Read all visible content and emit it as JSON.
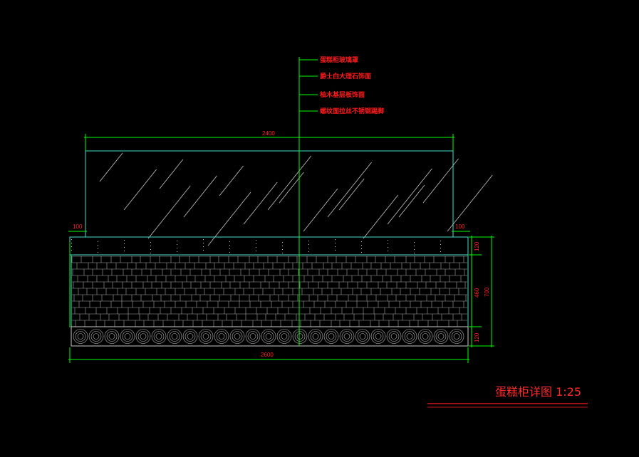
{
  "drawing": {
    "title": "蛋糕柜详图 1:25",
    "callouts": [
      "蛋糕柜玻璃罩",
      "爵士白大理石饰面",
      "柚木基层板饰面",
      "螺纹面拉丝不锈钢踢脚"
    ],
    "dimensions": {
      "top_width": "2400",
      "bottom_width": "2600",
      "left_offset": "100",
      "right_offset": "100",
      "right_top": "120",
      "right_middle": "460",
      "right_bottom": "120",
      "right_total": "700"
    },
    "colors": {
      "dimension": "#00ff00",
      "outline": "#40e0d0",
      "text": "#ff1a1a",
      "hatch": "#c8c8c8"
    }
  }
}
